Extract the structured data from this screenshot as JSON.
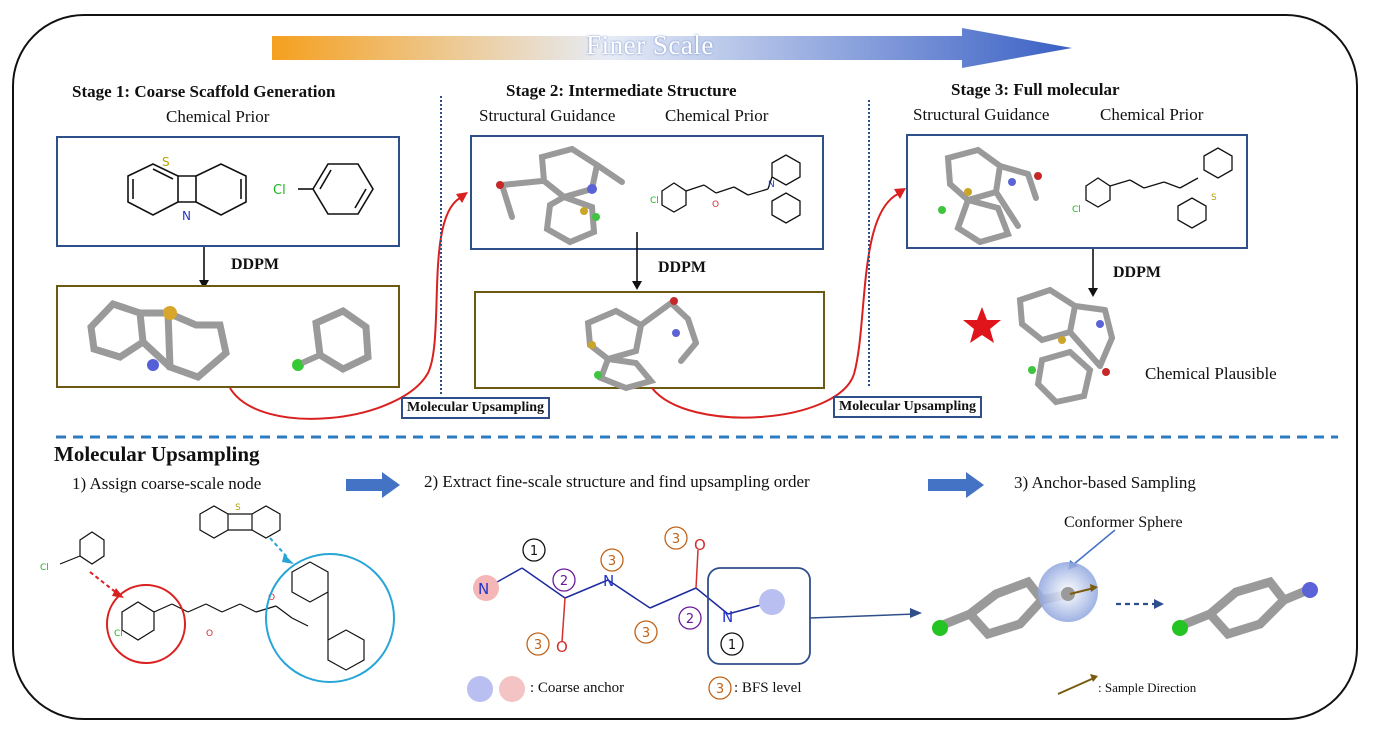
{
  "banner": {
    "text": "Finer Scale",
    "gradient_start": "#f5a623",
    "gradient_mid": "#dfe7f6",
    "gradient_end": "#3a63c7"
  },
  "stage1": {
    "title": "Stage 1: Coarse Scaffold Generation",
    "prior": "Chemical Prior",
    "ddpm": "DDPM",
    "cl": "Cl",
    "s": "S",
    "n": "N"
  },
  "stage2": {
    "title": "Stage 2: Intermediate Structure",
    "guidance": "Structural Guidance",
    "prior": "Chemical Prior",
    "ddpm": "DDPM"
  },
  "stage3": {
    "title": "Stage 3: Full molecular",
    "guidance": "Structural Guidance",
    "prior": "Chemical Prior",
    "ddpm": "DDPM",
    "plausible": "Chemical Plausible"
  },
  "connectors": {
    "upsampling_1": "Molecular Upsampling",
    "upsampling_2": "Molecular Upsampling"
  },
  "upsampling": {
    "title": "Molecular Upsampling",
    "step1": "1) Assign coarse-scale node",
    "step2": "2) Extract fine-scale structure and find upsampling order",
    "step3": "3) Anchor-based Sampling",
    "conformer": "Conformer Sphere",
    "legend_anchor": ": Coarse anchor",
    "legend_bfs_num": "3",
    "legend_bfs": ": BFS level",
    "legend_direction": ": Sample Direction",
    "graph_nodes": {
      "n_left": "N",
      "n_mid": "N",
      "n_right": "N",
      "o_low": "O",
      "o_top": "O",
      "lvl1_top": "1",
      "lvl2_left": "2",
      "lvl3_a": "3",
      "lvl3_b": "3",
      "lvl2_right": "2",
      "lvl3_c": "3",
      "lvl3_d": "3",
      "lvl1_box": "1"
    }
  },
  "colors": {
    "blue_box": "#2f4f8a",
    "olive_box": "#6d5a12",
    "red_curve": "#d9211f",
    "dash_line": "#2e7bc0",
    "star": "#e0141b",
    "arrow_blue": "#4472c4"
  }
}
